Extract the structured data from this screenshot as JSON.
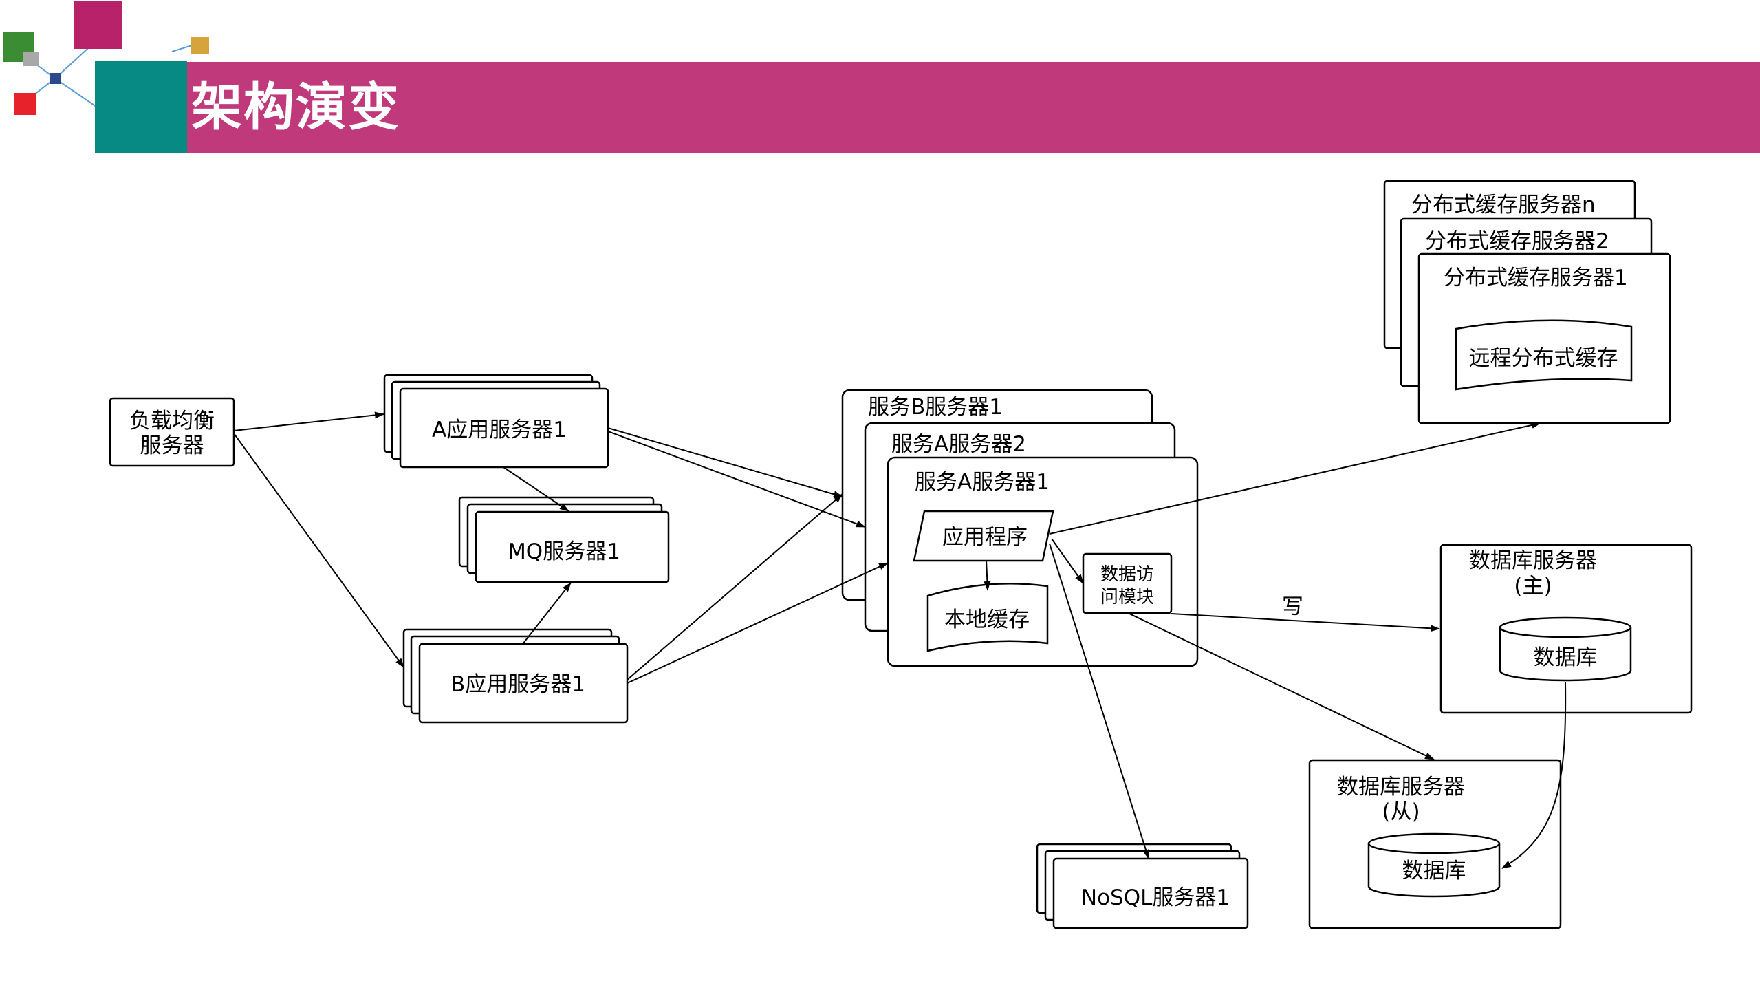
{
  "title": "架构演变",
  "colors": {
    "title_band": "#c03a7b",
    "teal_block": "#078a83",
    "magenta_square": "#b8226a",
    "green_square": "#3a8d32",
    "red_square": "#e8222a",
    "gold_square": "#d6a43a",
    "navy_square": "#2b4a8e",
    "connector_line": "#5a9ad6"
  },
  "diagram": {
    "load_balancer": {
      "line1": "负载均衡",
      "line2": "服务器"
    },
    "app_a": "A应用服务器1",
    "mq": "MQ服务器1",
    "app_b": "B应用服务器1",
    "service_b": "服务B服务器1",
    "service_a2": "服务A服务器2",
    "service_a1": "服务A服务器1",
    "application": "应用程序",
    "local_cache": "本地缓存",
    "data_access": {
      "line1": "数据访",
      "line2": "问模块"
    },
    "cache_server_n": "分布式缓存服务器n",
    "cache_server_2": "分布式缓存服务器2",
    "cache_server_1": "分布式缓存服务器1",
    "remote_cache": "远程分布式缓存",
    "write_label": "写",
    "db_master": {
      "line1": "数据库服务器",
      "line2": "(主)"
    },
    "db_master_cylinder": "数据库",
    "db_slave": {
      "line1": "数据库服务器",
      "line2": "(从)"
    },
    "db_slave_cylinder": "数据库",
    "nosql": "NoSQL服务器1"
  }
}
